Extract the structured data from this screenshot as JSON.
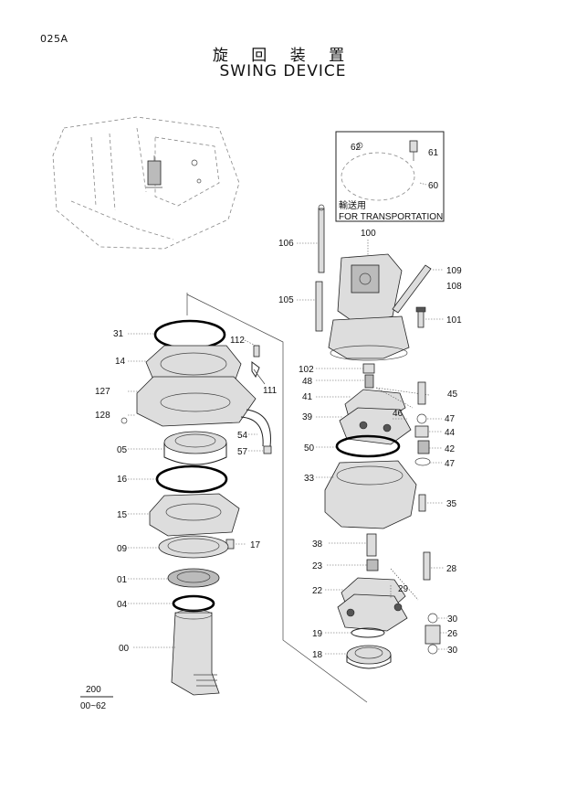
{
  "header": {
    "page_code": "025A",
    "title_jp": "旋 回 装 置",
    "title_en": "SWING DEVICE"
  },
  "inset": {
    "note_jp": "輸送用",
    "note_en": "FOR TRANSPORTATION"
  },
  "footer": {
    "ref_top": "200",
    "ref_bottom": "00~62"
  },
  "labels": {
    "p62": "62",
    "p61": "61",
    "p60": "60",
    "p100": "100",
    "p106": "106",
    "p109": "109",
    "p108": "108",
    "p105": "105",
    "p101": "101",
    "p31": "31",
    "p112": "112",
    "p14": "14",
    "p102": "102",
    "p48": "48",
    "p41": "41",
    "p127": "127",
    "p111": "111",
    "p45": "45",
    "p128": "128",
    "p39": "39",
    "p46": "46",
    "p47a": "47",
    "p44": "44",
    "p54": "54",
    "p05": "05",
    "p57": "57",
    "p50": "50",
    "p42": "42",
    "p47b": "47",
    "p16": "16",
    "p33": "33",
    "p35": "35",
    "p15": "15",
    "p09": "09",
    "p17": "17",
    "p38": "38",
    "p23": "23",
    "p28": "28",
    "p01": "01",
    "p22": "22",
    "p29": "29",
    "p04": "04",
    "p30a": "30",
    "p26": "26",
    "p19": "19",
    "p00": "00",
    "p18": "18",
    "p30b": "30"
  }
}
